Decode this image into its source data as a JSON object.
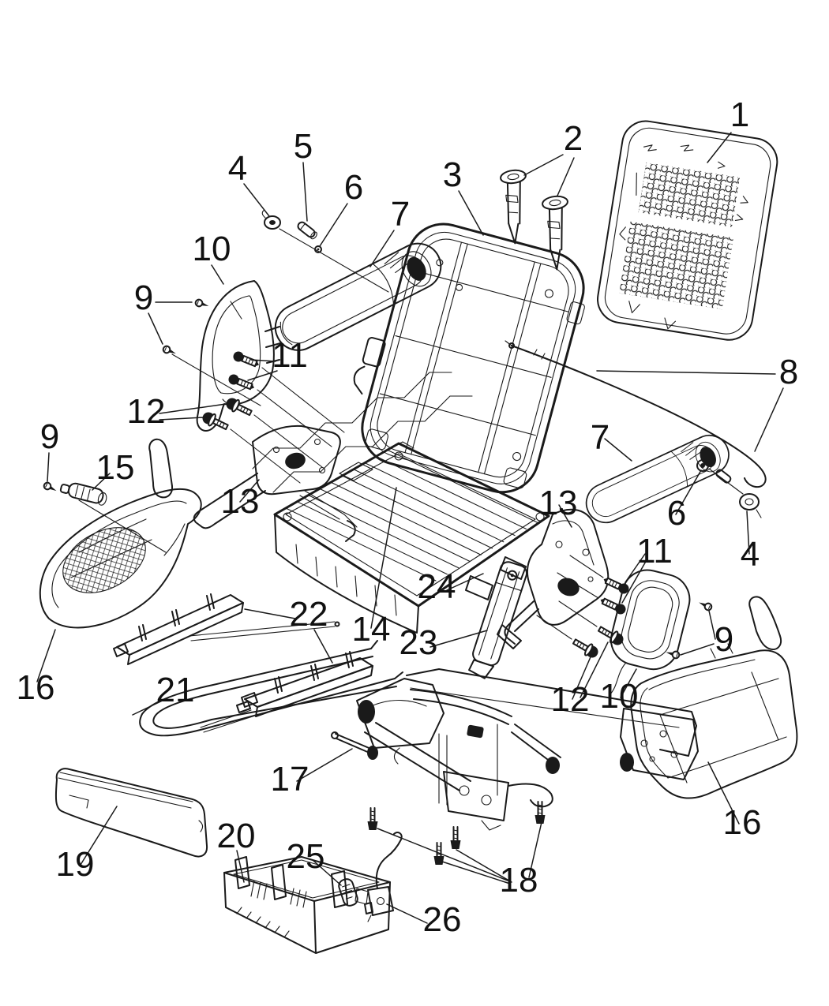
{
  "diagram": {
    "type": "exploded-parts-diagram",
    "subject": "vehicle seat assembly line art with numbered part callouts",
    "colors": {
      "ink": "#1a1a1a",
      "background": "#ffffff"
    }
  },
  "callouts": {
    "items": [
      {
        "label": "1"
      },
      {
        "label": "2"
      },
      {
        "label": "3"
      },
      {
        "label": "4"
      },
      {
        "label": "5"
      },
      {
        "label": "6"
      },
      {
        "label": "7"
      },
      {
        "label": "10"
      },
      {
        "label": "9"
      },
      {
        "label": "11"
      },
      {
        "label": "12"
      },
      {
        "label": "9"
      },
      {
        "label": "15"
      },
      {
        "label": "13"
      },
      {
        "label": "16"
      },
      {
        "label": "14"
      },
      {
        "label": "22"
      },
      {
        "label": "21"
      },
      {
        "label": "24"
      },
      {
        "label": "23"
      },
      {
        "label": "17"
      },
      {
        "label": "19"
      },
      {
        "label": "20"
      },
      {
        "label": "25"
      },
      {
        "label": "26"
      },
      {
        "label": "18"
      },
      {
        "label": "8"
      },
      {
        "label": "7"
      },
      {
        "label": "6"
      },
      {
        "label": "4"
      },
      {
        "label": "13"
      },
      {
        "label": "11"
      },
      {
        "label": "12"
      },
      {
        "label": "10"
      },
      {
        "label": "9"
      },
      {
        "label": "16"
      }
    ]
  }
}
